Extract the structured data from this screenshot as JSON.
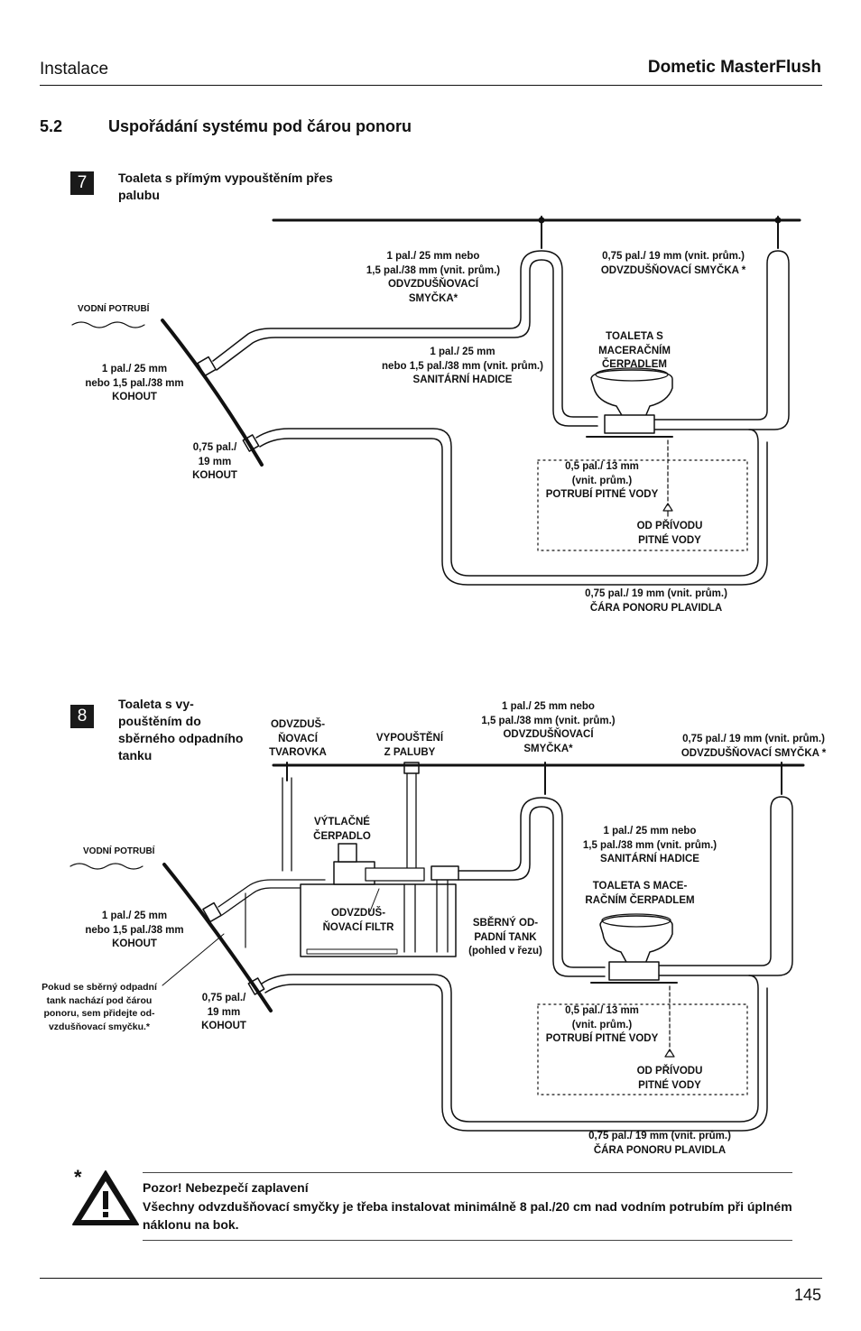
{
  "header": {
    "section": "Instalace",
    "product": "Dometic MasterFlush"
  },
  "section": {
    "number": "5.2",
    "title": "Uspořádání systému pod čárou ponoru"
  },
  "figure7": {
    "badge": "7",
    "caption": "Toaleta s přímým vypouštěním přes palubu",
    "labels": {
      "vent_loop_large": "1 pal./ 25 mm nebo\n1,5 pal./38 mm (vnit. prům.)\nODVZDUŠŇOVACÍ\nSMYČKA*",
      "vent_loop_small": "0,75 pal./ 19 mm (vnit. prům.)\nODVZDUŠŇOVACÍ SMYČKA *",
      "water_pipe": "VODNÍ POTRUBÍ",
      "toilet": "TOALETA S\nMACERAČNÍM\nČERPADLEM",
      "sanitary_hose": "1 pal./ 25 mm\nnebo 1,5 pal./38 mm (vnit. prům.)\nSANITÁRNÍ HADICE",
      "seacock_large": "1 pal./ 25 mm\nnebo 1,5 pal./38 mm\nKOHOUT",
      "seacock_small": "0,75 pal./\n19 mm\nKOHOUT",
      "potable_pipe": "0,5 pal./ 13 mm\n(vnit. prům.)\nPOTRUBÍ PITNÉ VODY",
      "potable_supply": "OD PŘÍVODU\nPITNÉ VODY",
      "waterline": "0,75 pal./ 19 mm (vnit. prům.)\nČÁRA PONORU PLAVIDLA"
    }
  },
  "figure8": {
    "badge": "8",
    "caption": "Toaleta s vy-\npouštěním do\nsběrného odpadního\ntanku",
    "labels": {
      "vent_fitting": "ODVZDUŠ-\nŇOVACÍ\nTVAROVKA",
      "deck_discharge": "VYPOUŠTĚNÍ\nZ PALUBY",
      "vent_loop_large": "1 pal./ 25 mm nebo\n1,5 pal./38 mm (vnit. prům.)\nODVZDUŠŇOVACÍ\nSMYČKA*",
      "vent_loop_small": "0,75 pal./ 19 mm (vnit. prům.)\nODVZDUŠŇOVACÍ SMYČKA *",
      "pump_out": "VÝTLAČNÉ\nČERPADLO",
      "water_pipe": "VODNÍ POTRUBÍ",
      "sanitary_hose": "1 pal./ 25 mm nebo\n1,5 pal./38 mm (vnit. prům.)\nSANITÁRNÍ HADICE",
      "toilet": "TOALETA S MACE-\nRAČNÍM ČERPADLEM",
      "seacock_large": "1 pal./ 25 mm\nnebo 1,5 pal./38 mm\nKOHOUT",
      "vent_filter": "ODVZDUŠ-\nŇOVACÍ FILTR",
      "holding_tank": "SBĚRNÝ OD-\nPADNÍ TANK\n(pohled v řezu)",
      "note": "Pokud se sběrný odpadní\ntank nachází pod čárou\nponoru, sem přidejte od-\nvzdušňovací smyčku.*",
      "seacock_small": "0,75 pal./\n19 mm\nKOHOUT",
      "potable_pipe": "0,5 pal./ 13 mm\n(vnit. prům.)\nPOTRUBÍ PITNÉ VODY",
      "potable_supply": "OD PŘÍVODU\nPITNÉ VODY",
      "waterline": "0,75 pal./ 19 mm (vnit. prům.)\nČÁRA PONORU PLAVIDLA"
    }
  },
  "warning": {
    "marker": "*",
    "title": "Pozor!  Nebezpečí zaplavení",
    "text": "Všechny odvzdušňovací smyčky je třeba instalovat minimálně 8 pal./20 cm nad vodním potrubím při úplném náklonu na bok."
  },
  "footer": {
    "page_number": "145"
  }
}
